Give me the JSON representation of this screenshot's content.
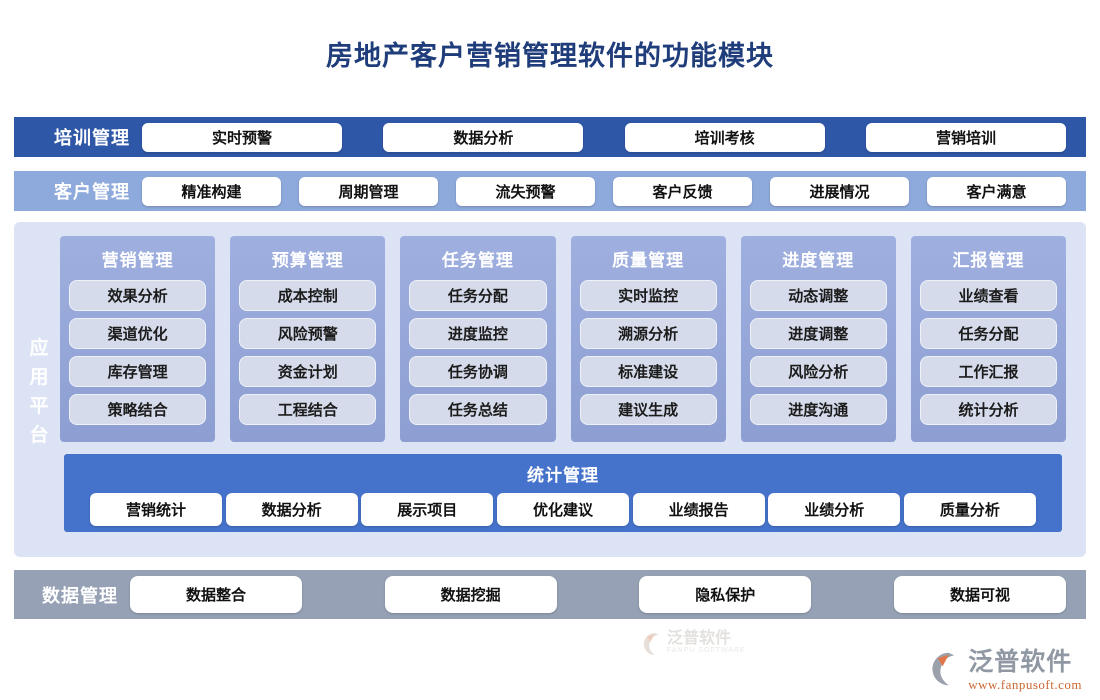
{
  "title": "房地产客户营销管理软件的功能模块",
  "bands": {
    "training": {
      "label": "培训管理",
      "items": [
        "实时预警",
        "数据分析",
        "培训考核",
        "营销培训"
      ]
    },
    "customer": {
      "label": "客户管理",
      "items": [
        "精准构建",
        "周期管理",
        "流失预警",
        "客户反馈",
        "进展情况",
        "客户满意"
      ]
    }
  },
  "platform": {
    "label": "应用平台",
    "columns": [
      {
        "title": "营销管理",
        "items": [
          "效果分析",
          "渠道优化",
          "库存管理",
          "策略结合"
        ]
      },
      {
        "title": "预算管理",
        "items": [
          "成本控制",
          "风险预警",
          "资金计划",
          "工程结合"
        ]
      },
      {
        "title": "任务管理",
        "items": [
          "任务分配",
          "进度监控",
          "任务协调",
          "任务总结"
        ]
      },
      {
        "title": "质量管理",
        "items": [
          "实时监控",
          "溯源分析",
          "标准建设",
          "建议生成"
        ]
      },
      {
        "title": "进度管理",
        "items": [
          "动态调整",
          "进度调整",
          "风险分析",
          "进度沟通"
        ]
      },
      {
        "title": "汇报管理",
        "items": [
          "业绩查看",
          "任务分配",
          "工作汇报",
          "统计分析"
        ]
      }
    ],
    "stats": {
      "title": "统计管理",
      "items": [
        "营销统计",
        "数据分析",
        "展示项目",
        "优化建议",
        "业绩报告",
        "业绩分析",
        "质量分析"
      ]
    }
  },
  "data_band": {
    "label": "数据管理",
    "items": [
      "数据整合",
      "数据挖掘",
      "隐私保护",
      "数据可视"
    ]
  },
  "watermark": {
    "text": "泛普软件",
    "subtext": "FANPU SOFTWARE"
  },
  "logo": {
    "name": "泛普软件",
    "url": "www.fanpusoft.com"
  },
  "colors": {
    "title": "#1f3d7a",
    "band_training": "#2f57a7",
    "band_customer": "#8ea9db",
    "band_data": "#96a1b5",
    "panel": "#dbe3f5",
    "column_top": "#9fafdf",
    "column_bottom": "#8d9ed2",
    "module_btn": "#d5dbea",
    "stats": "#4573cb",
    "logo_gray": "#9098a4",
    "logo_orange": "#cc6633"
  }
}
